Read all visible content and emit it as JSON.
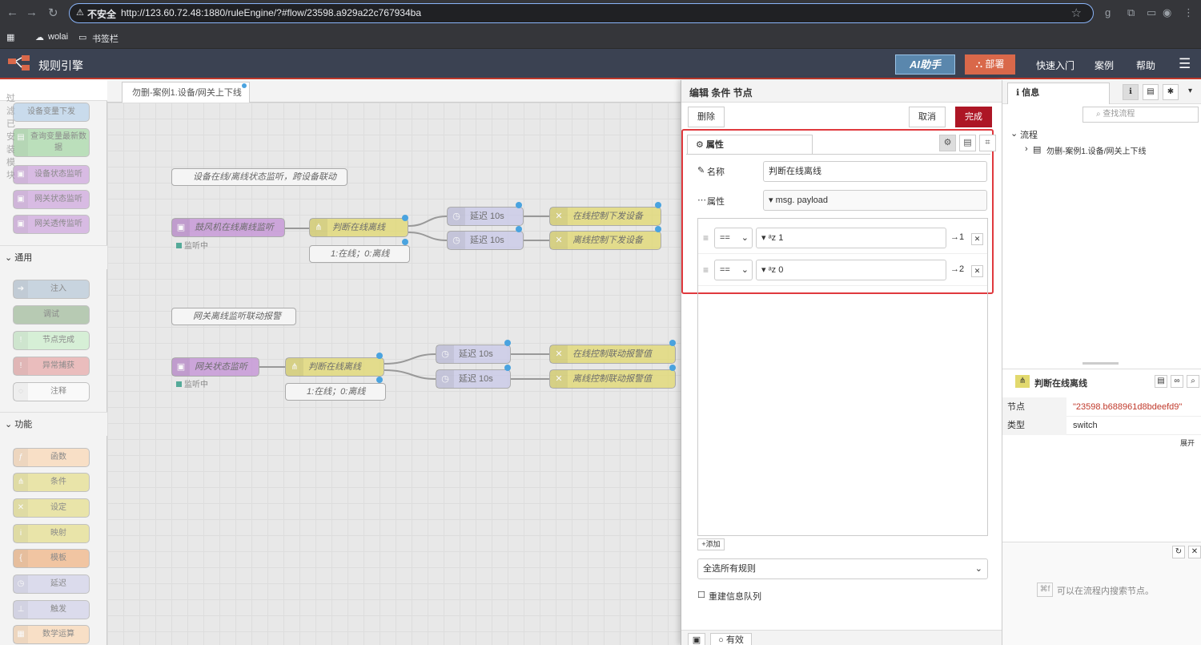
{
  "browser": {
    "insecure_label": "不安全",
    "url": "http://123.60.72.48:1880/ruleEngine/?#flow/23598.a929a22c767934ba",
    "bookmarks": [
      "wolai",
      "书签栏"
    ]
  },
  "header": {
    "title": "规则引擎",
    "ai_button": "AI助手",
    "deploy": "部署",
    "links": [
      "快速入门",
      "案例",
      "帮助"
    ]
  },
  "palette": {
    "filter_placeholder": "过滤已安装模块",
    "top_nodes": [
      "设备变量下发",
      "查询变量最新数据",
      "设备状态监听",
      "网关状态监听",
      "网关透传监听"
    ],
    "categories": [
      "通用",
      "功能"
    ],
    "common_nodes": [
      "注入",
      "调试",
      "节点完成",
      "异常捕获",
      "注释"
    ],
    "function_nodes": [
      "函数",
      "条件",
      "设定",
      "映射",
      "模板",
      "延迟",
      "触发",
      "数学运算"
    ]
  },
  "workspace": {
    "tab_label": "勿删-案例1.设备/网关上下线",
    "comment1": "设备在线/离线状态监听，跨设备联动",
    "comment2": "网关离线监听联动报警",
    "n_fan": "鼓风机在线离线监听",
    "n_switch1": "判断在线离线",
    "n_switch1_note": "1:在线；0:离线",
    "n_delay": "延迟 10s",
    "n_online_ctrl": "在线控制下发设备",
    "n_offline_ctrl": "离线控制下发设备",
    "n_gw": "网关状态监听",
    "n_switch2": "判断在线离线",
    "n_switch2_note": "1:在线；0:离线",
    "n_online_alarm": "在线控制联动报警值",
    "n_offline_alarm": "离线控制联动报警值",
    "status": "监听中"
  },
  "tray": {
    "title": "编辑 条件 节点",
    "delete": "删除",
    "cancel": "取消",
    "done": "完成",
    "tab_props": "属性",
    "name_label": "名称",
    "name_value": "判断在线离线",
    "prop_label": "属性",
    "prop_value": "msg. payload",
    "rules": [
      {
        "op": "==",
        "value": "1",
        "output": "→1"
      },
      {
        "op": "==",
        "value": "0",
        "output": "→2"
      }
    ],
    "add": "添加",
    "select_all": "全选所有规则",
    "rebuild": "重建信息队列",
    "enabled": "有效"
  },
  "sidebar": {
    "tab_info": "信息",
    "search_placeholder": "查找流程",
    "flows_label": "流程",
    "flow_item": "勿删-案例1.设备/网关上下线",
    "node_title": "判断在线离线",
    "node_key": "节点",
    "node_id": "\"23598.b688961d8bdeefd9\"",
    "type_key": "类型",
    "type_value": "switch",
    "expand": "展开",
    "hint": "可以在流程内搜索节点。"
  },
  "colors": {
    "header_bg": "#3b4252",
    "deploy": "#d9684a",
    "done": "#ad1625",
    "highlight": "#e0393e"
  }
}
